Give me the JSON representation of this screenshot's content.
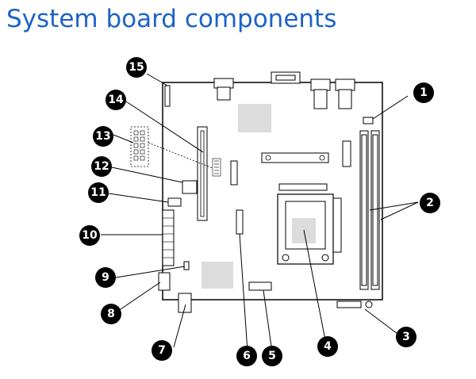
{
  "title": "System board components",
  "callouts": [
    "1",
    "2",
    "3",
    "4",
    "5",
    "6",
    "7",
    "8",
    "9",
    "10",
    "11",
    "12",
    "13",
    "14",
    "15"
  ],
  "colors": {
    "title": "#1d63c8",
    "line": "#000000",
    "badge": "#000000",
    "board_fill": "#ffffff",
    "chip_fill": "#dcdcdc"
  }
}
